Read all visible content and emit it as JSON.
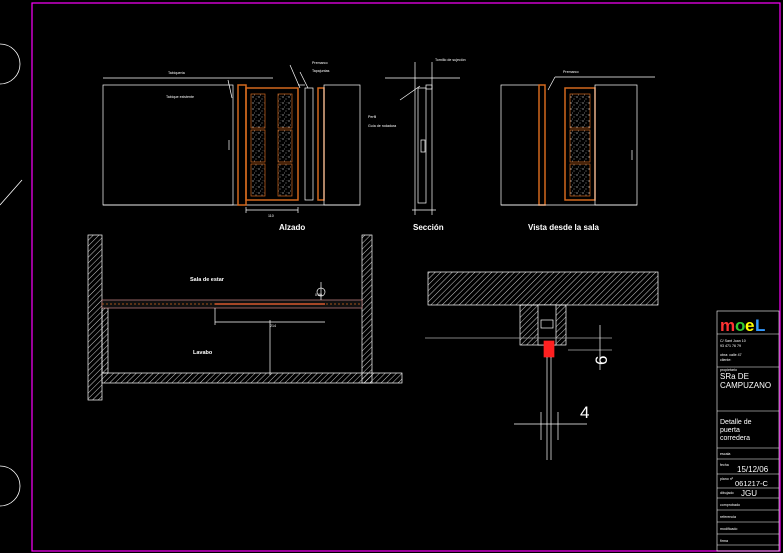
{
  "views": {
    "elevation_title": "Alzado",
    "section_title": "Sección",
    "room_view_title": "Vista desde la sala"
  },
  "plan": {
    "room_top": "Sala de estar",
    "room_bottom": "Lavabo"
  },
  "detail": {
    "dim_horizontal": "4",
    "dim_vertical": "6"
  },
  "title_block": {
    "logo_text": "moëL",
    "address": "Sant Joan",
    "owner": "SRa DE CAMPUZANO",
    "description": "Detalle de puerta corredera",
    "date": "15/12/06",
    "plan_number": "061217-C",
    "drawn_by": "JGU"
  },
  "colors": {
    "background": "#000000",
    "frame": "#ff00ff",
    "lines": "#ffffff",
    "wood": "#d2691e",
    "glass": "#cc8844",
    "accent_red": "#ff2020",
    "logo_m": "#ff3333",
    "logo_o": "#33cc33",
    "logo_e": "#ffff00",
    "logo_l": "#3399ff"
  }
}
